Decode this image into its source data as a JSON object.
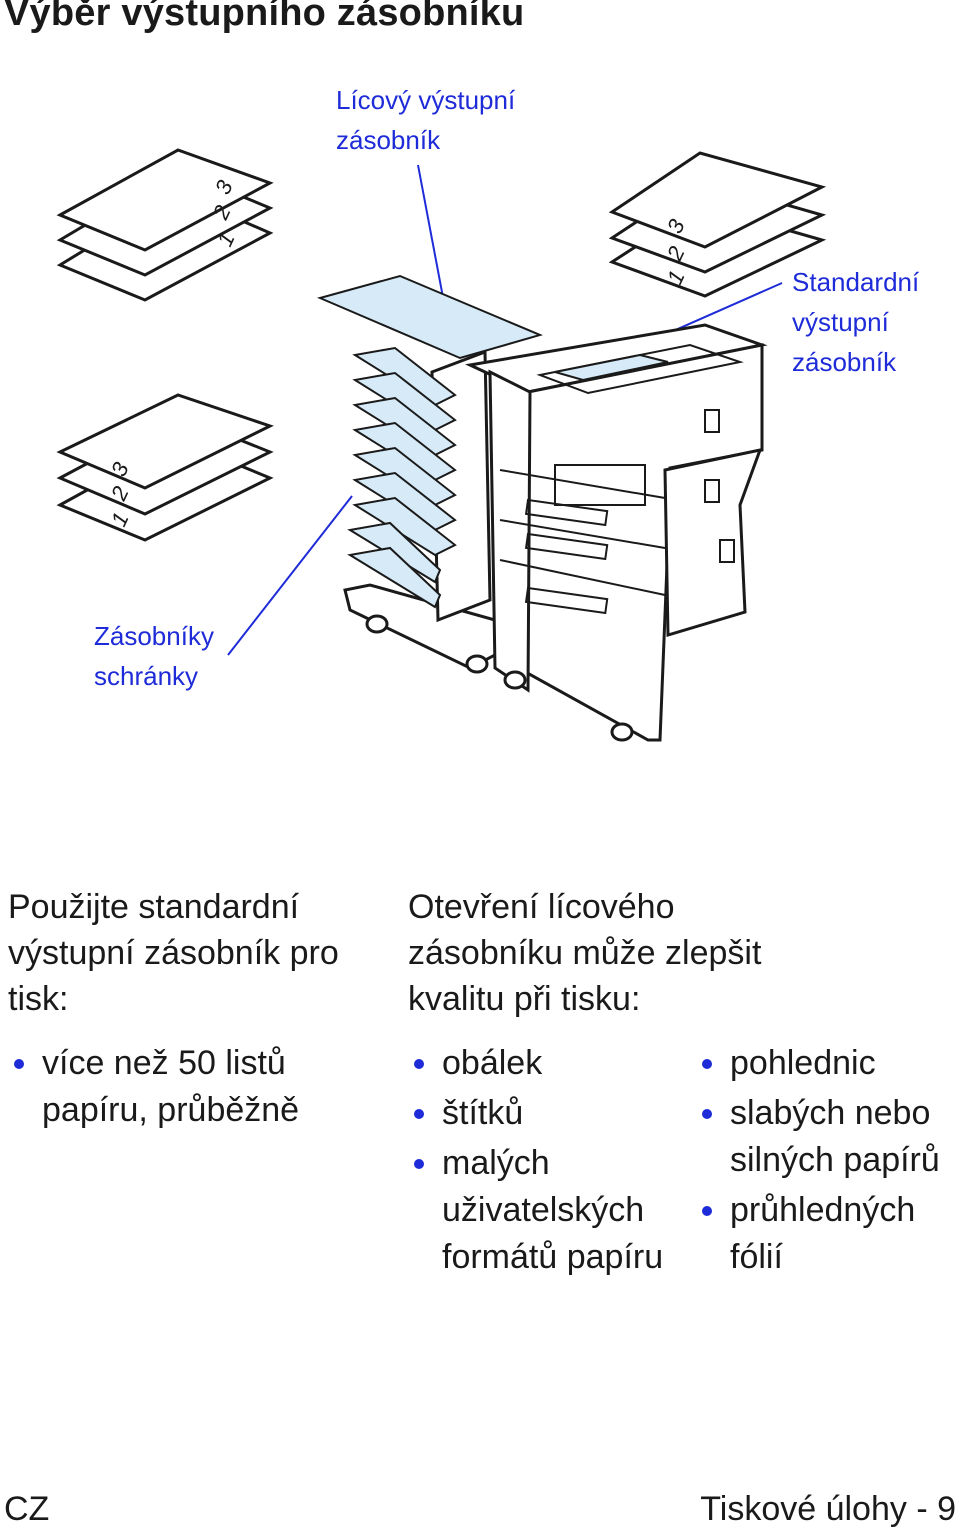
{
  "page": {
    "title": "Výběr výstupního zásobníku"
  },
  "callouts": {
    "face_up_tray": [
      "Lícový výstupní",
      "zásobník"
    ],
    "standard_tray": [
      "Standardní",
      "výstupní",
      "zásobník"
    ],
    "mailbox_bins": [
      "Zásobníky",
      "schránky"
    ]
  },
  "illustration": {
    "sheet_numbers": [
      "1",
      "2",
      "3"
    ],
    "colors": {
      "callout_blue": "#1e2bd8",
      "tray_fill": "#d6eaf7",
      "line": "#1a1a1a"
    }
  },
  "left_column": {
    "intro": [
      "Použijte standardní",
      "výstupní zásobník pro",
      "tisk:"
    ],
    "bullets": [
      [
        "více než 50 listů",
        "papíru, průběžně"
      ]
    ]
  },
  "right_column": {
    "intro": [
      "Otevření lícového",
      "zásobníku může zlepšit",
      "kvalitu při tisku:"
    ],
    "bullets_a": [
      [
        "obálek"
      ],
      [
        "štítků"
      ],
      [
        "malých",
        "uživatelských",
        "formátů papíru"
      ]
    ],
    "bullets_b": [
      [
        "pohlednic"
      ],
      [
        "slabých nebo",
        "silných papírů"
      ],
      [
        "průhledných",
        "fólií"
      ]
    ]
  },
  "footer": {
    "language": "CZ",
    "section": "Tiskové úlohy - 9"
  }
}
